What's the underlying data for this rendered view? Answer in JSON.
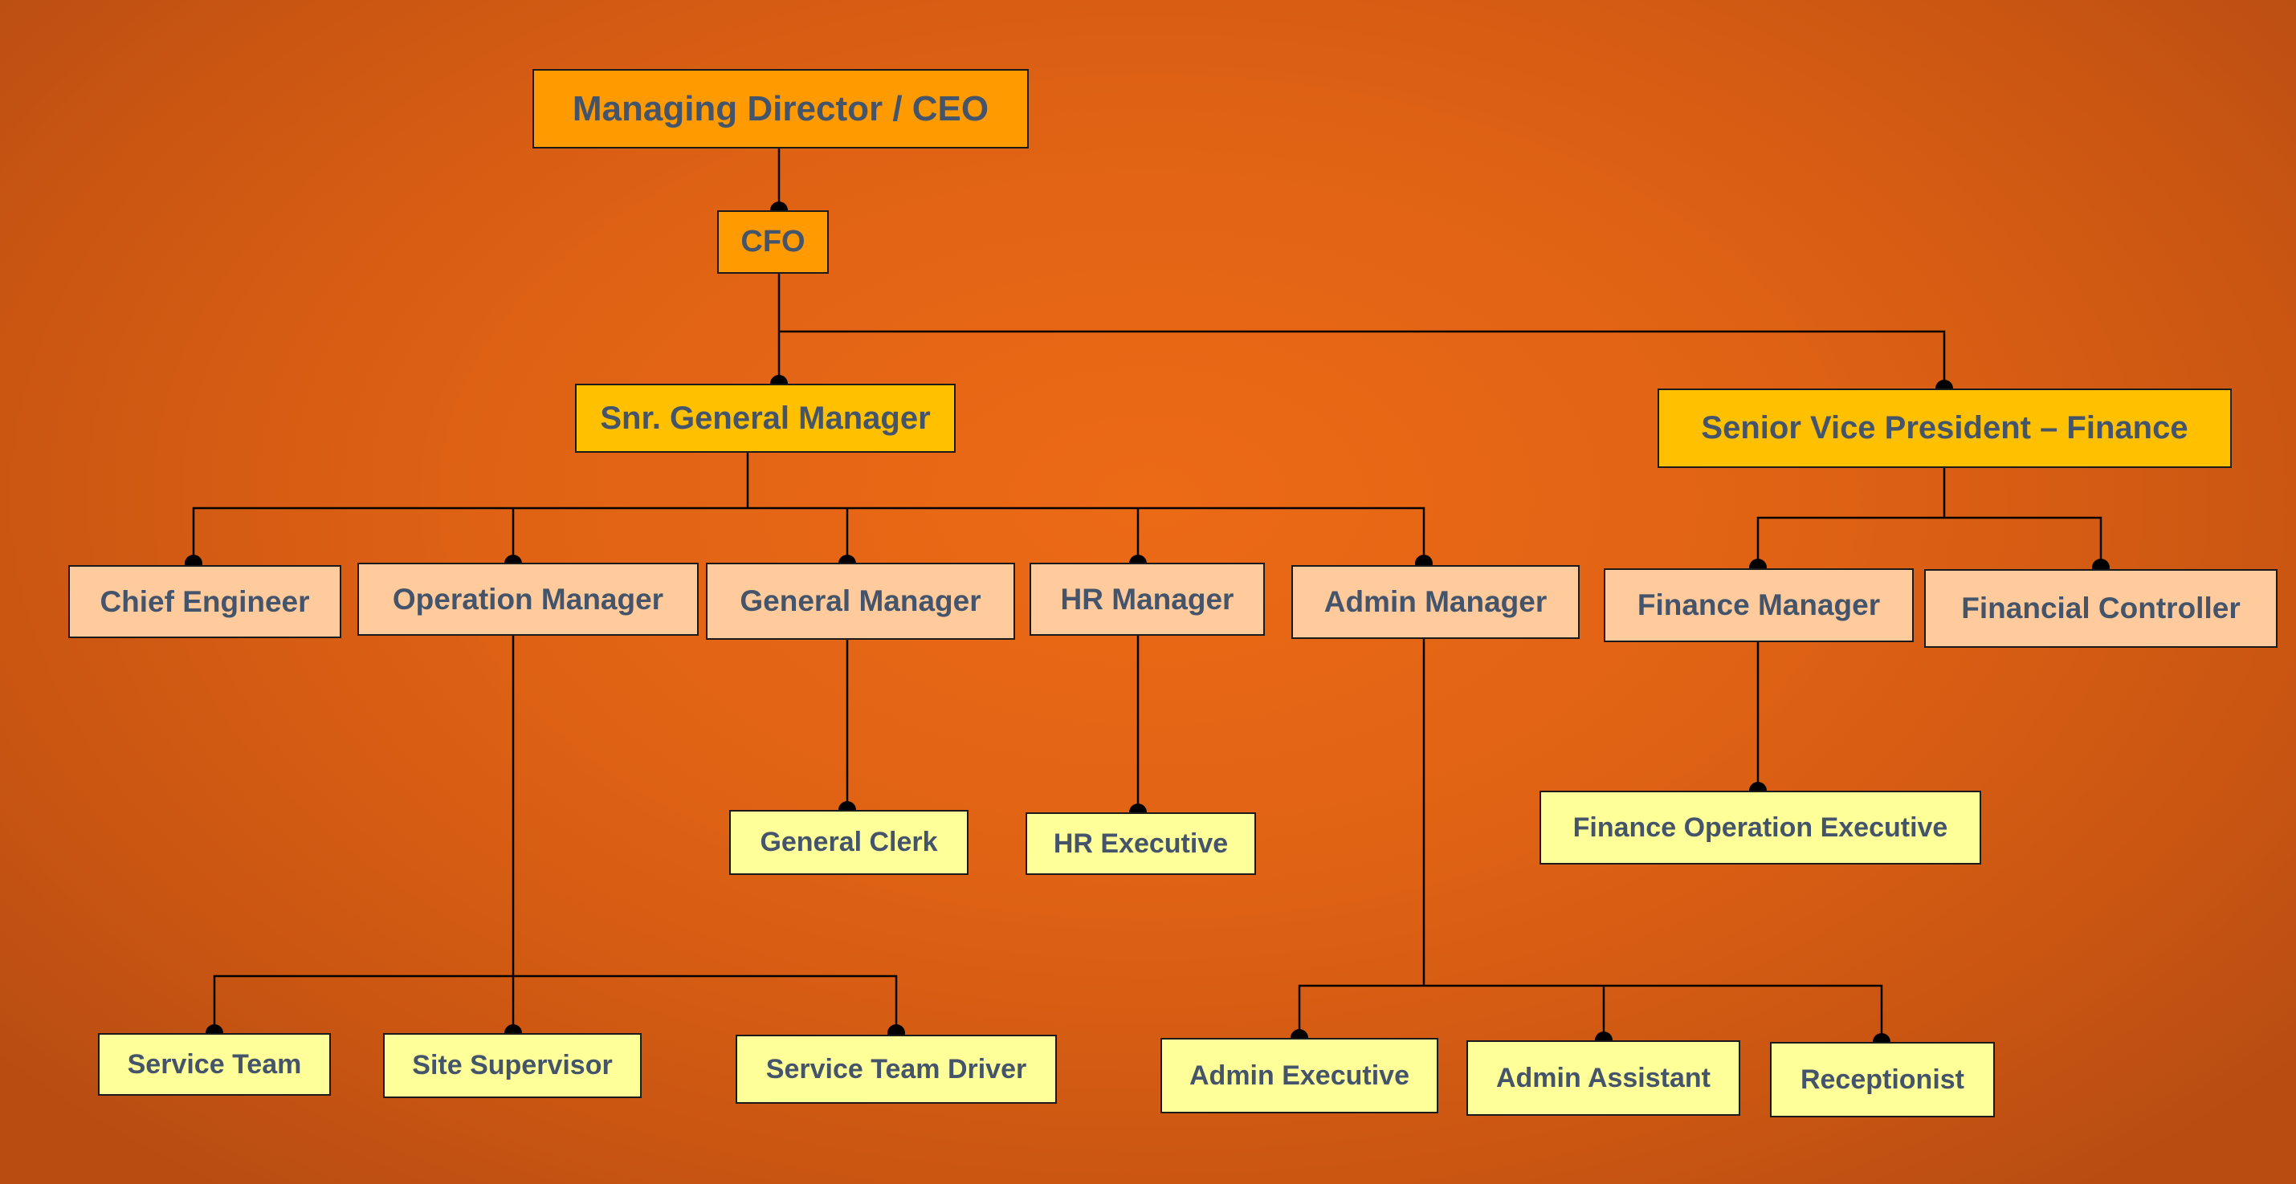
{
  "chart": {
    "ceo": "Managing Director / CEO",
    "cfo": "CFO",
    "sgm": "Snr. General Manager",
    "svp": "Senior Vice President – Finance",
    "managers": {
      "chief_engineer": "Chief Engineer",
      "operation_manager": "Operation Manager",
      "general_manager": "General Manager",
      "hr_manager": "HR Manager",
      "admin_manager": "Admin Manager",
      "finance_manager": "Finance Manager",
      "financial_controller": "Financial Controller"
    },
    "staff": {
      "general_clerk": "General Clerk",
      "hr_executive": "HR Executive",
      "finance_operation_executive": "Finance Operation Executive",
      "service_team": "Service Team",
      "site_supervisor": "Site Supervisor",
      "service_team_driver": "Service Team Driver",
      "admin_executive": "Admin Executive",
      "admin_assistant": "Admin Assistant",
      "receptionist": "Receptionist"
    }
  },
  "colors": {
    "background": "#e2641a",
    "top_box": "#ff9a00",
    "second_box": "#ffc000",
    "manager_box": "#ffcb9c",
    "staff_box": "#ffff99",
    "text": "#44546a",
    "connector": "#000000"
  }
}
